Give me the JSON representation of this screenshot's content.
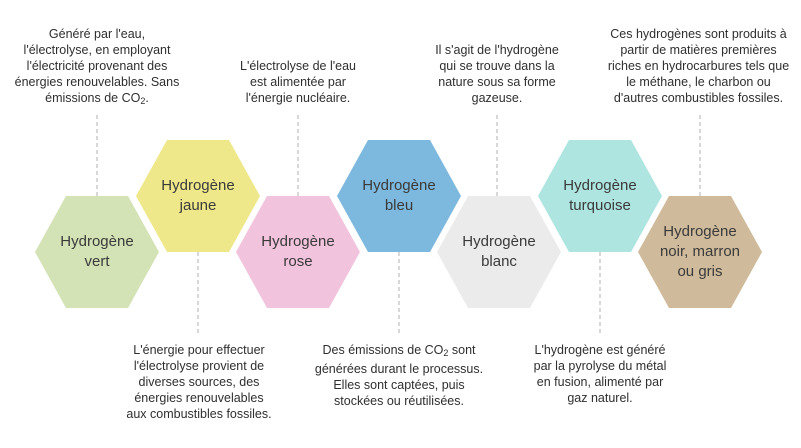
{
  "hexagons": [
    {
      "label": "Hydrogène\nvert",
      "color": "#d3e3b5"
    },
    {
      "label": "Hydrogène\njaune",
      "color": "#eee88a"
    },
    {
      "label": "Hydrogène\nrose",
      "color": "#f2c3dd"
    },
    {
      "label": "Hydrogène\nbleu",
      "color": "#7db9de"
    },
    {
      "label": "Hydrogène\nblanc",
      "color": "#ebebeb"
    },
    {
      "label": "Hydrogène\nturquoise",
      "color": "#aee5e1"
    },
    {
      "label": "Hydrogène\nnoir, marron\nou gris",
      "color": "#cfbb9b"
    }
  ],
  "notes": {
    "vert": {
      "before": "Généré par l'eau,\nl'électrolyse, en employant\nl'électricité provenant des\nénergies renouvelables. Sans\némissions de CO",
      "sub": "2",
      "after": "."
    },
    "jaune": "L'énergie pour effectuer\nl'électrolyse provient de\ndiverses sources, des\nénergies renouvelables\naux combustibles fossiles.",
    "rose": "L'électrolyse de l'eau\nest alimentée par\nl'énergie nucléaire.",
    "bleu": {
      "before": "Des émissions de CO",
      "sub": "2",
      "after": " sont\ngénérées durant le processus.\nElles sont captées, puis\nstockées ou réutilisées."
    },
    "blanc": "Il s'agit de l'hydrogène\nqui se trouve dans la\nnature sous sa forme\ngazeuse.",
    "turquoise": "L'hydrogène est généré\npar la pyrolyse du métal\nen fusion, alimenté par\ngaz naturel.",
    "noir": "Ces hydrogènes sont produits à\npartir de matières premières\nriches en hydrocarbures tels que\nle méthane, le charbon ou\nd'autres combustibles fossiles."
  },
  "connector_color": "#b0b0b0"
}
